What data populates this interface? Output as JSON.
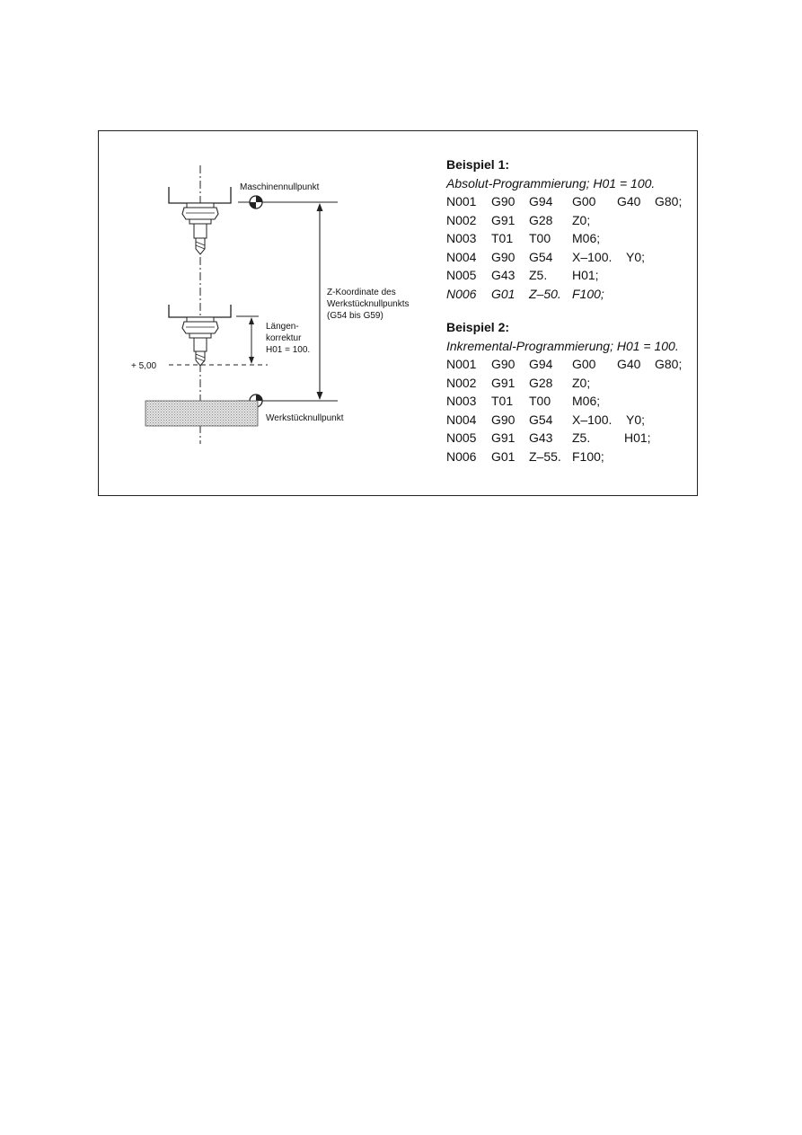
{
  "diagram": {
    "labels": {
      "machine_zero": "Maschinennullpunkt",
      "workpiece_zero": "Werkstücknullpunkt",
      "z_coord_line1": "Z-Koordinate des",
      "z_coord_line2": "Werkstücknullpunkts",
      "z_coord_line3": "(G54 bis G59)",
      "length_line1": "Längen-",
      "length_line2": "korrektur",
      "length_line3": "H01 = 100.",
      "offset_value": "+ 5,00"
    }
  },
  "examples": [
    {
      "heading": "Beispiel 1:",
      "subtitle": "Absolut-Programmierung; H01 = 100.",
      "rows": [
        {
          "italic": false,
          "cells": [
            "N001",
            "G90",
            "G94",
            "G00",
            "G40",
            "G80;"
          ]
        },
        {
          "italic": false,
          "cells": [
            "N002",
            "G91",
            "G28",
            "Z0;"
          ]
        },
        {
          "italic": false,
          "cells": [
            "N003",
            "T01",
            "T00",
            "M06;"
          ]
        },
        {
          "italic": false,
          "cells": [
            "N004",
            "G90",
            "G54",
            "X–100.",
            "Y0;"
          ]
        },
        {
          "italic": false,
          "cells": [
            "N005",
            "G43",
            "Z5.",
            "H01;"
          ]
        },
        {
          "italic": true,
          "cells": [
            "N006",
            "G01",
            "Z–50.",
            "F100;"
          ]
        }
      ]
    },
    {
      "heading": "Beispiel 2:",
      "subtitle": "Inkremental-Programmierung; H01 = 100.",
      "rows": [
        {
          "italic": false,
          "cells": [
            "N001",
            "G90",
            "G94",
            "G00",
            "G40",
            "G80;"
          ]
        },
        {
          "italic": false,
          "cells": [
            "N002",
            "G91",
            "G28",
            "Z0;"
          ]
        },
        {
          "italic": false,
          "cells": [
            "N003",
            "T01",
            "T00",
            "M06;"
          ]
        },
        {
          "italic": false,
          "cells": [
            "N004",
            "G90",
            "G54",
            "X–100.",
            "Y0;"
          ]
        },
        {
          "italic": false,
          "cells": [
            "N005",
            "G91",
            "G43",
            "Z5.",
            "H01;"
          ]
        },
        {
          "italic": false,
          "cells": [
            "N006",
            "G01",
            "Z–55.",
            "F100;"
          ]
        }
      ]
    }
  ]
}
